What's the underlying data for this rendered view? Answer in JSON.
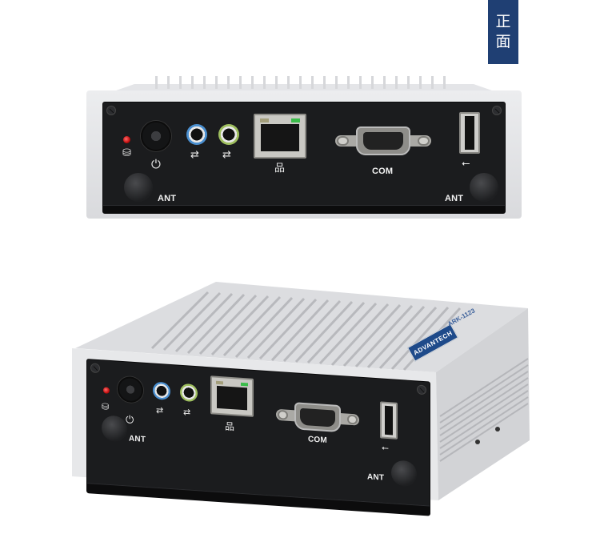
{
  "label_tag": {
    "chars": [
      "正",
      "面"
    ],
    "color": "#1f3f73"
  },
  "product": {
    "brand": "ADVANTECH",
    "model": "ARK-1123"
  },
  "front_view": {
    "labels": {
      "com": "COM",
      "ant_left": "ANT",
      "ant_right": "ANT"
    },
    "icons": {
      "hdd": "hdd-led-icon",
      "power": "power-icon",
      "audio_in": "audio-icon",
      "audio_out": "audio-icon",
      "lan": "network-icon",
      "usb": "usb-icon"
    },
    "icon_glyphs": {
      "hdd": "⛁",
      "power": "⏻",
      "audio": "⇄",
      "lan": "品",
      "usb": "⭠"
    }
  },
  "angled_view": {
    "labels": {
      "com": "COM",
      "ant_left": "ANT",
      "ant_right": "ANT"
    }
  }
}
